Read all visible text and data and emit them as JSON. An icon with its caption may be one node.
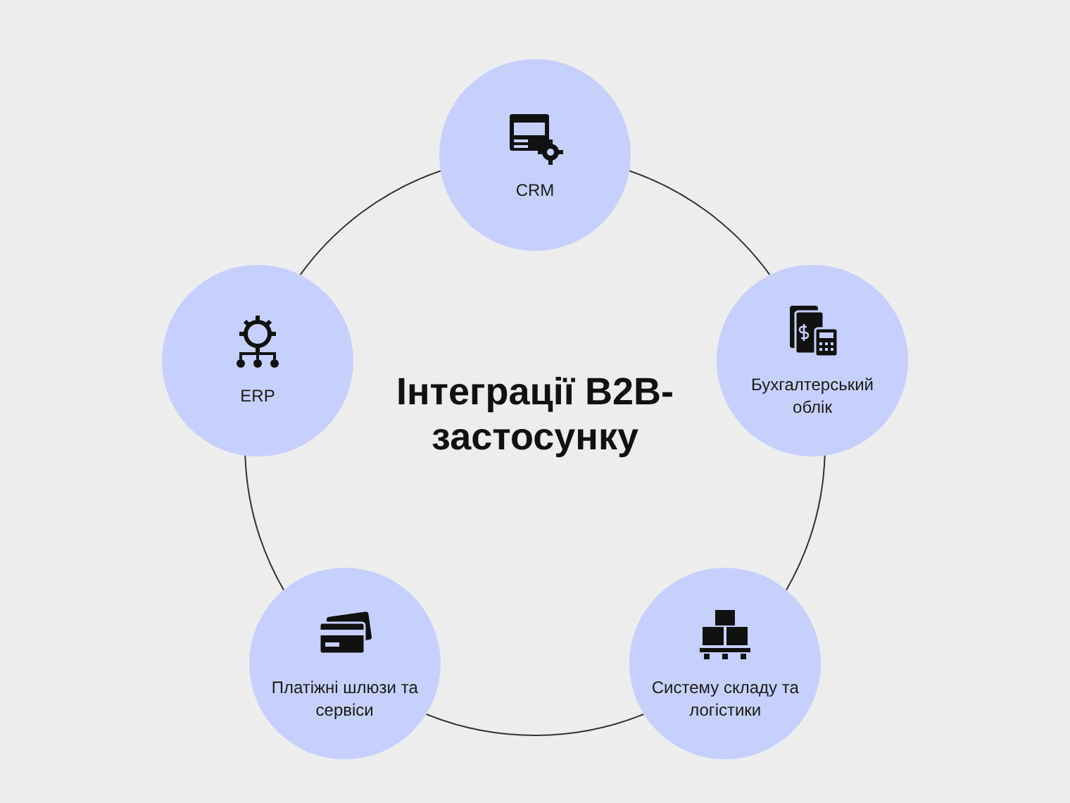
{
  "diagram": {
    "title": "Інтеграції B2B-застосунку",
    "nodes": [
      {
        "text": [
          "CRM"
        ]
      },
      {
        "text": [
          "Бухгалтерський облік"
        ]
      },
      {
        "text": [
          "Систему складу та логістики"
        ]
      },
      {
        "text": [
          "Платіжні шлюзи та сервіси"
        ]
      },
      {
        "text": [
          "ERP"
        ]
      }
    ],
    "edges": [
      {
        "from": 0,
        "to": 1,
        "arrow": "none"
      },
      {
        "from": 1,
        "to": 2,
        "arrow": "none"
      },
      {
        "from": 2,
        "to": 3,
        "arrow": "none"
      },
      {
        "from": 3,
        "to": 4,
        "arrow": "none"
      },
      {
        "from": 4,
        "to": 0,
        "arrow": "none"
      }
    ]
  }
}
